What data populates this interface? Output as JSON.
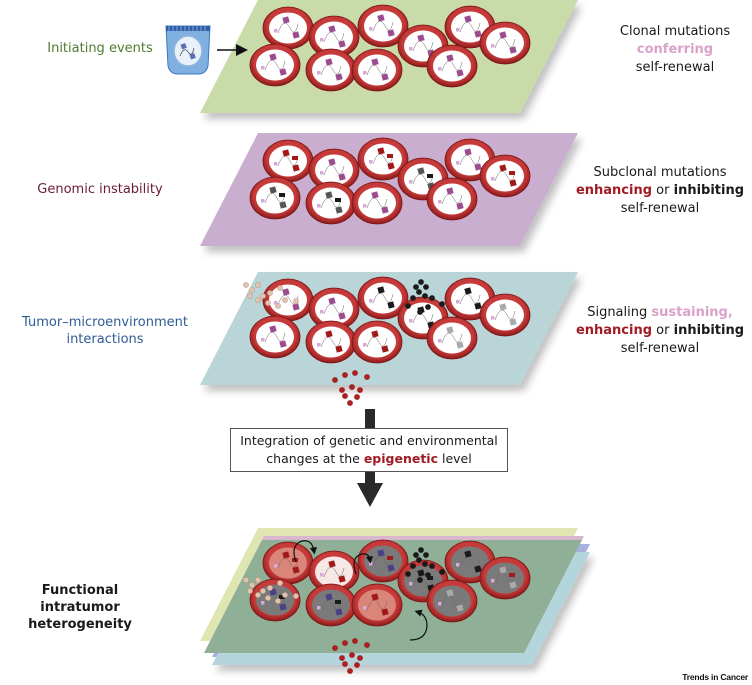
{
  "layers": [
    {
      "id": "initiating",
      "left_label": "Initiating events",
      "left_color": "#4e7d2e",
      "plane_color": "#c9dba9",
      "right_text": {
        "line1": "Clonal mutations",
        "highlight": "conferring",
        "highlight_color": "#d9a2c9",
        "line3": "self-renewal"
      }
    },
    {
      "id": "genomic-instability",
      "left_label": "Genomic instability",
      "left_color": "#6b1b3a",
      "plane_color": "#c9aed0",
      "right_text": {
        "line1": "Subclonal mutations",
        "enhancing": "enhancing",
        "enhancing_color": "#a11b24",
        "or": "or",
        "inhibiting": "inhibiting",
        "line3": "self-renewal"
      }
    },
    {
      "id": "tumor-microenvironment",
      "left_label_line1": "Tumor–microenvironment",
      "left_label_line2": "interactions",
      "left_color": "#2e5b95",
      "plane_color": "#b9d5d8",
      "right_text": {
        "signaling": "Signaling",
        "sustaining": "sustaining,",
        "sustaining_color": "#d9a2c9",
        "enhancing": "enhancing",
        "enhancing_color": "#a11b24",
        "or": "or",
        "inhibiting": "inhibiting",
        "line3": "self-renewal"
      }
    }
  ],
  "integration_box": {
    "line1": "Integration of genetic and environmental",
    "line2_pre": "changes at the",
    "line2_highlight": "epigenetic",
    "line2_highlight_color": "#a11b24",
    "line2_post": "level"
  },
  "result": {
    "label_line1": "Functional intratumor",
    "label_line2": "heterogeneity",
    "plane_colors": [
      "#dfe6b2",
      "#d8b7cf",
      "#a8b0de",
      "#b5d5dc",
      "#8fb096"
    ]
  },
  "icons": {
    "initial_cell": "epithelial-cell-icon",
    "arrow": "arrow-right-icon",
    "down_arrow": "arrow-down-icon",
    "cycle_arrows": "curved-arrow-icon"
  },
  "credit": "Trends in Cancer"
}
